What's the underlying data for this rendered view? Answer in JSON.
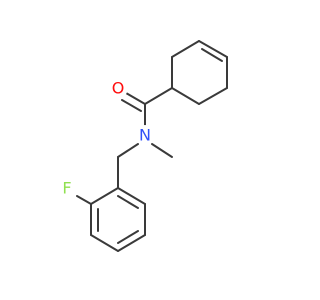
{
  "molecule": {
    "atoms": {
      "oxygen": {
        "symbol": "O",
        "color": "#ff0d0d"
      },
      "nitrogen": {
        "symbol": "N",
        "color": "#3050f8"
      },
      "fluorine": {
        "symbol": "F",
        "color": "#90e050"
      }
    },
    "bond_color": "#3a3a3a",
    "background": "#ffffff"
  }
}
